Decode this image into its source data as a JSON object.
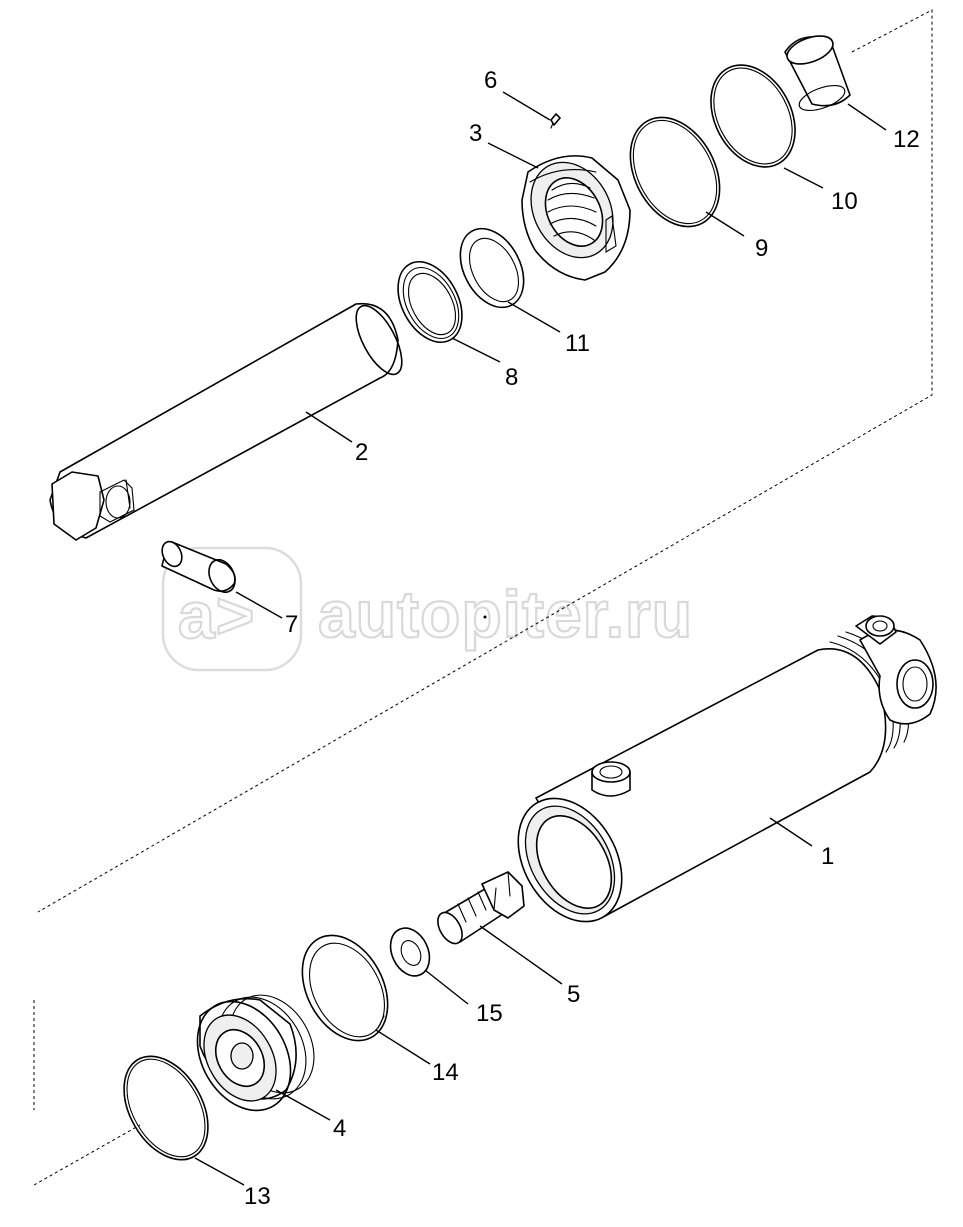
{
  "diagram": {
    "watermark": "autopiter.ru",
    "callouts": {
      "p1": "1",
      "p2": "2",
      "p3": "3",
      "p4": "4",
      "p5": "5",
      "p6": "6",
      "p7": "7",
      "p8": "8",
      "p9": "9",
      "p10": "10",
      "p11": "11",
      "p12": "12",
      "p13": "13",
      "p14": "14",
      "p15": "15"
    }
  }
}
